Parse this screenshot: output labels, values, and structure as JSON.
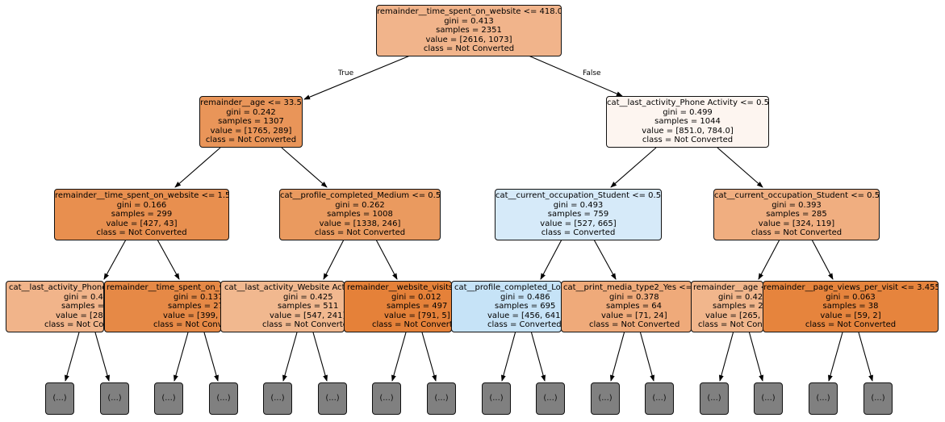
{
  "edge_labels": {
    "true": "True",
    "false": "False"
  },
  "colors": {
    "not_converted": "#e58139",
    "converted": "#399de5",
    "truncated_leaf": "#808080"
  },
  "nodes": [
    {
      "id": "root",
      "color": "#f1b48b",
      "lines": [
        "remainder__time_spent_on_website <= 418.0",
        "gini = 0.413",
        "samples = 2351",
        "value = [2616, 1073]",
        "class = Not Converted"
      ]
    },
    {
      "id": "l2a",
      "color": "#e99559",
      "lines": [
        "remainder__age <= 33.5",
        "gini = 0.242",
        "samples = 1307",
        "value = [1765, 289]",
        "class = Not Converted"
      ]
    },
    {
      "id": "l2b",
      "color": "#fdf5f0",
      "lines": [
        "cat__last_activity_Phone Activity <= 0.5",
        "gini = 0.499",
        "samples = 1044",
        "value = [851.0, 784.0]",
        "class = Not Converted"
      ]
    },
    {
      "id": "l3a",
      "color": "#e88f4f",
      "lines": [
        "remainder__time_spent_on_website <= 1.5",
        "gini = 0.166",
        "samples = 299",
        "value = [427, 43]",
        "class = Not Converted"
      ]
    },
    {
      "id": "l3b",
      "color": "#ea9a5f",
      "lines": [
        "cat__profile_completed_Medium <= 0.5",
        "gini = 0.262",
        "samples = 1008",
        "value = [1338, 246]",
        "class = Not Converted"
      ]
    },
    {
      "id": "l3c",
      "color": "#d6eaf9",
      "lines": [
        "cat__current_occupation_Student <= 0.5",
        "gini = 0.493",
        "samples = 759",
        "value = [527, 665]",
        "class = Converted"
      ]
    },
    {
      "id": "l3d",
      "color": "#f0ae80",
      "lines": [
        "cat__current_occupation_Student <= 0.5",
        "gini = 0.393",
        "samples = 285",
        "value = [324, 119]",
        "class = Not Converted"
      ]
    },
    {
      "id": "l4a",
      "color": "#f1b48a",
      "lines": [
        "cat__last_activity_Phone",
        "gini = 0.40",
        "samples =",
        "value = [28",
        "class = Not Co"
      ]
    },
    {
      "id": "l4b",
      "color": "#e68946",
      "lines": [
        "remainder__time_spent_on_w",
        "gini = 0.137",
        "samples = 27",
        "value = [399, 1",
        "class = Not Conv"
      ]
    },
    {
      "id": "l4c",
      "color": "#f1b88f",
      "lines": [
        "cat__last_activity_Website Acti",
        "gini = 0.425",
        "samples = 511",
        "value = [547, 241]",
        "class = Not Converte"
      ]
    },
    {
      "id": "l4d",
      "color": "#e58139",
      "lines": [
        "remainder__website_visits",
        "gini = 0.012",
        "samples = 497",
        "value = [791, 5]",
        "class = Not Converte"
      ]
    },
    {
      "id": "l4e",
      "color": "#c6e3f7",
      "lines": [
        "cat__profile_completed_Low",
        "gini = 0.486",
        "samples = 695",
        "value = [456, 641]",
        "class = Converted"
      ]
    },
    {
      "id": "l4f",
      "color": "#efaa7a",
      "lines": [
        "cat__print_media_type2_Yes <=",
        "gini = 0.378",
        "samples = 64",
        "value = [71, 24]",
        "class = Not Converted"
      ]
    },
    {
      "id": "l4g",
      "color": "#f1b68c",
      "lines": [
        "remainder__age <",
        "gini = 0.42",
        "samples = 2",
        "value = [265,",
        "class = Not Conv"
      ]
    },
    {
      "id": "l4h",
      "color": "#e6843d",
      "lines": [
        "remainder__page_views_per_visit <= 3.455",
        "gini = 0.063",
        "samples = 38",
        "value = [59, 2]",
        "class = Not Converted"
      ]
    }
  ],
  "leaf_label": "(...)",
  "leaf_count": 16
}
